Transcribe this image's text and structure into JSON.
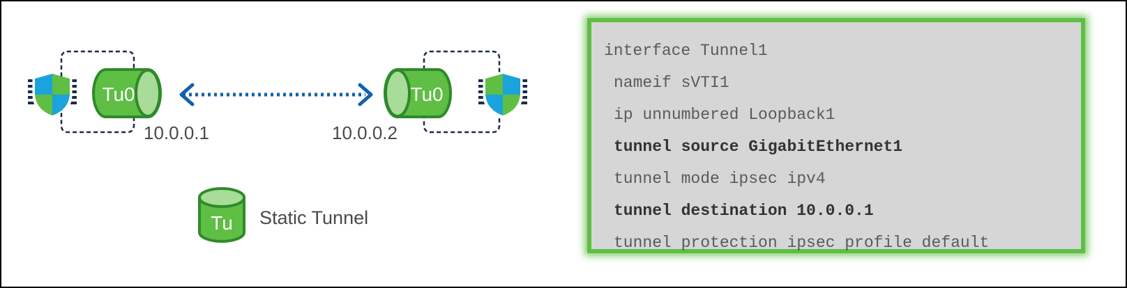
{
  "diagram": {
    "left_tunnel_label": "Tu0",
    "right_tunnel_label": "Tu0",
    "left_ip": "10.0.0.1",
    "right_ip": "10.0.0.2",
    "legend_icon_label": "Tu",
    "legend_text": "Static Tunnel"
  },
  "config": {
    "lines": [
      {
        "text": "interface Tunnel1",
        "bold": false,
        "indent": false
      },
      {
        "text": "nameif sVTI1",
        "bold": false,
        "indent": true
      },
      {
        "text": "ip unnumbered Loopback1",
        "bold": false,
        "indent": true
      },
      {
        "text": "tunnel source GigabitEthernet1",
        "bold": true,
        "indent": true
      },
      {
        "text": "tunnel mode ipsec ipv4",
        "bold": false,
        "indent": true
      },
      {
        "text": "tunnel destination 10.0.0.1",
        "bold": true,
        "indent": true
      },
      {
        "text": "tunnel protection ipsec profile default",
        "bold": false,
        "indent": true
      }
    ]
  },
  "colors": {
    "tunnel_green": "#5fbe44",
    "tunnel_dark_green": "#2f8a2a",
    "firewall_blue": "#1aa3dc",
    "firewall_navy": "#1b2a4a",
    "arrow_blue": "#1160b0",
    "panel_border": "#5fbe44",
    "panel_bg": "#d6d6d6"
  }
}
